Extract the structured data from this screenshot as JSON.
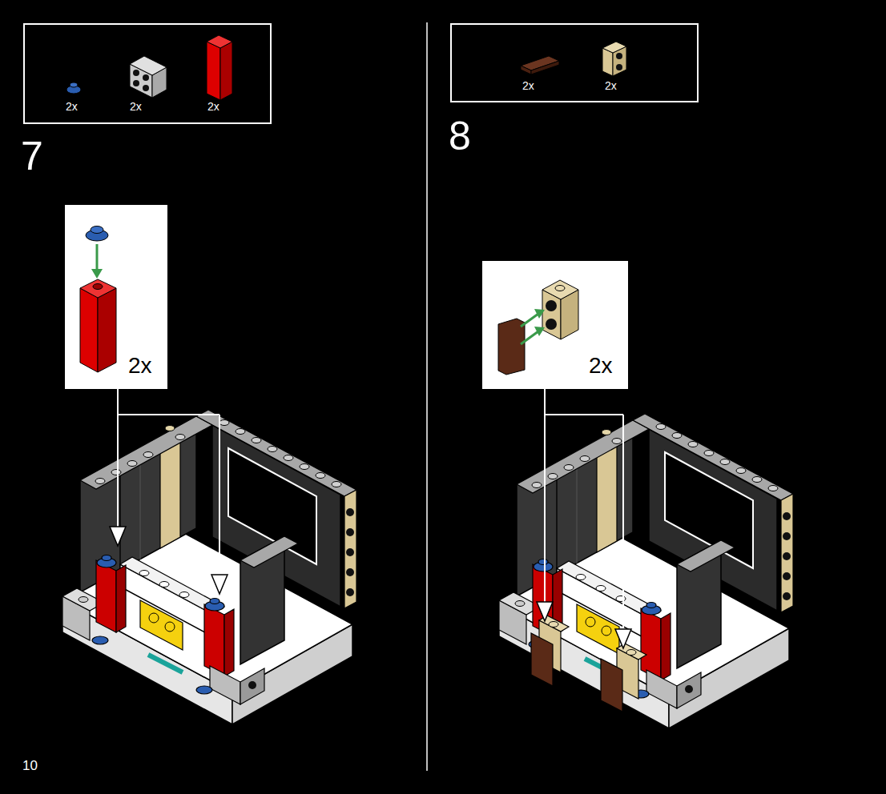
{
  "diagram": {
    "nodes": [
      {
        "text": [
          "2x",
          "2x",
          "2x"
        ]
      },
      {
        "text": [
          "2x"
        ]
      },
      {
        "text": [
          "2x",
          "2x"
        ]
      },
      {
        "text": [
          "2x"
        ]
      }
    ],
    "labels": [
      "7",
      "8",
      "10"
    ]
  }
}
